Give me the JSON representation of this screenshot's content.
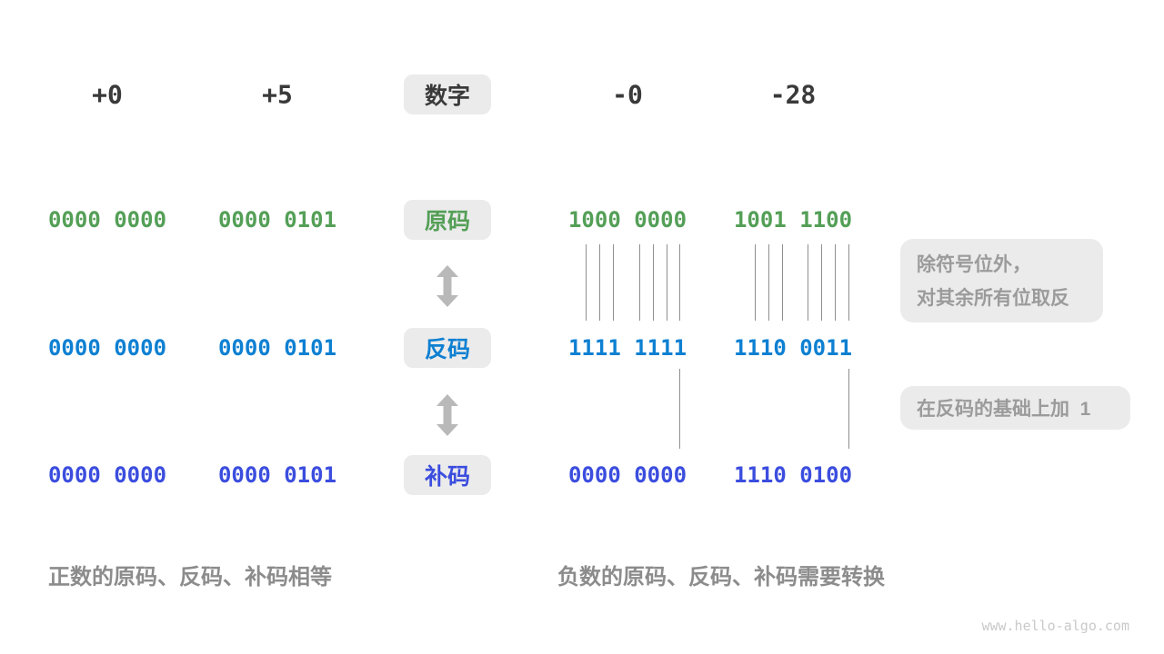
{
  "header": {
    "badge": "数字",
    "columns": [
      "+0",
      "+5",
      "-0",
      "-28"
    ]
  },
  "rows": [
    {
      "label": "原码",
      "values": [
        "0000 0000",
        "0000 0101",
        "1000 0000",
        "1001 1100"
      ]
    },
    {
      "label": "反码",
      "values": [
        "0000 0000",
        "0000 0101",
        "1111 1111",
        "1110 0011"
      ]
    },
    {
      "label": "补码",
      "values": [
        "0000 0000",
        "0000 0101",
        "0000 0000",
        "1110 0100"
      ]
    }
  ],
  "annotations": {
    "invert_line1": "除符号位外，",
    "invert_line2": "对其余所有位取反",
    "add_one": "在反码的基础上加  1"
  },
  "captions": {
    "positive": "正数的原码、反码、补码相等",
    "negative": "负数的原码、反码、补码需要转换"
  },
  "watermark": "www.hello-algo.com",
  "colors": {
    "dark": "#3a3a3a",
    "green": "#549f57",
    "blue": "#0e80d2",
    "indigo": "#3b4dde",
    "badge_bg": "#ebebeb",
    "note_text": "#9b9b9b",
    "caption_text": "#8c8c8c",
    "arrow": "#b9b9b9",
    "tick_line": "#8f8f8f",
    "watermark_text": "#c9c9c9"
  }
}
